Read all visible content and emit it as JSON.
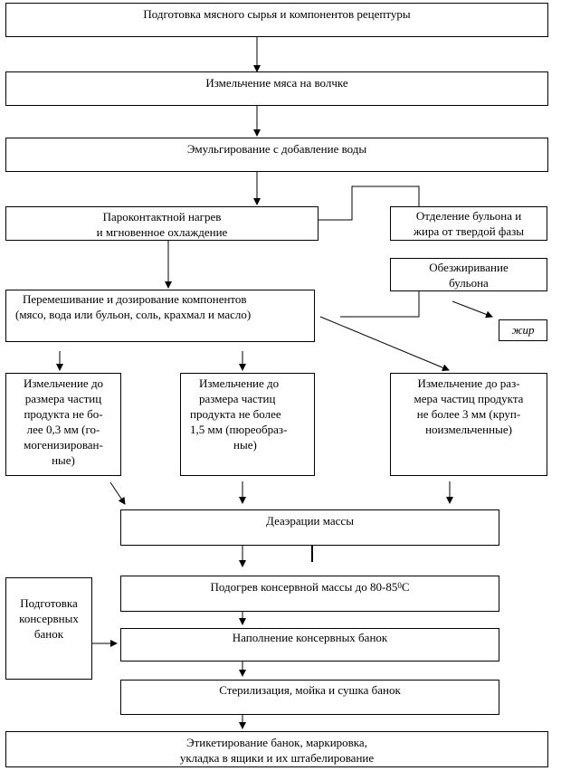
{
  "steps": {
    "prep": "Подготовка мясного сырья и компонентов рецептуры",
    "mince": "Измельчение мяса на волчке",
    "emulsify": "Эмульгирование с добавление воды",
    "heat_line1": "Пароконтактной нагрев",
    "heat_line2": "и мгновенное охлаждение",
    "sep_line1": "Отделение бульона и",
    "sep_line2": "жира от твердой фазы",
    "defat_line1": "Обезжиривание",
    "defat_line2": "бульона",
    "fat": "жир",
    "mix_line1": "Перемешивание и дозирование компонентов",
    "mix_line2": "(мясо, вода или  бульон, соль, крахмал и масло)",
    "g1_lines": [
      "Измельчение до",
      "размера частиц",
      "продукта не бо-",
      "лее 0,3 мм (го-",
      "могенизирован-",
      "ные)"
    ],
    "g2_lines": [
      "Измельчение до",
      "размера частиц",
      "продукта не более",
      "1,5 мм (пюреобраз-",
      "ные)"
    ],
    "g3_lines": [
      "Измельчение до раз-",
      "мера частиц продукта",
      "не более 3 мм (круп-",
      "ноизмельченные)"
    ],
    "deaer": "Деаэрации массы",
    "preheat_main": "Подогрев консервной массы до 80-85",
    "preheat_sup": "0",
    "preheat_unit": "С",
    "cans_lines": [
      "Подготовка",
      "консервных",
      "банок"
    ],
    "fill": "Наполнение консервных банок",
    "steril": "Стерилизация, мойка и сушка банок",
    "label_line1": "Этикетирование банок, маркировка,",
    "label_line2": "укладка в ящики и их штабелирование"
  }
}
